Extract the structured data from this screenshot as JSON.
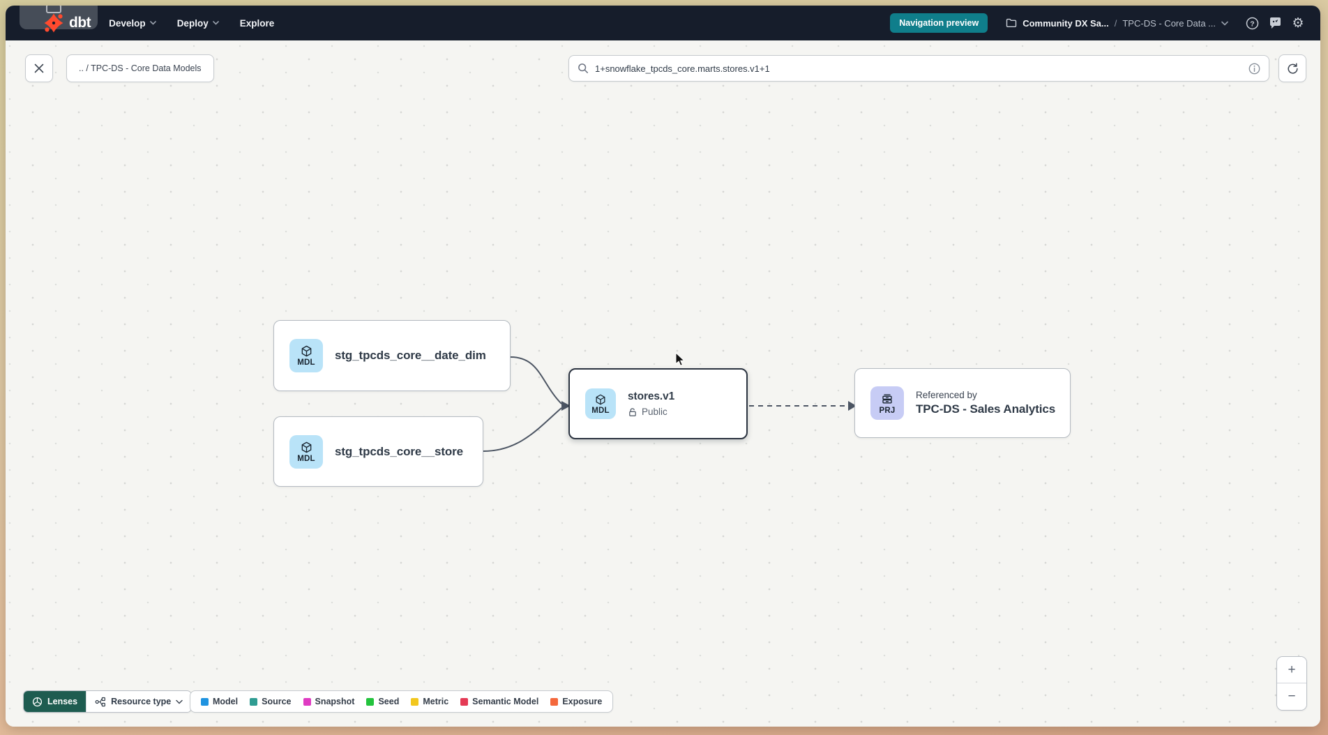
{
  "nav": {
    "logo_text": "dbt",
    "menu_items": [
      {
        "label": "Develop"
      },
      {
        "label": "Deploy"
      },
      {
        "label": "Explore"
      }
    ],
    "preview_badge_label": "Navigation preview",
    "account_label": "Community DX Sa...",
    "breadcrumb_separator": "/",
    "project_label": "TPC-DS - Core Data ...",
    "icon_names": [
      "folder-icon",
      "chevron-down-icon",
      "help-icon",
      "feedback-icon",
      "settings-icon"
    ]
  },
  "toolbar": {
    "breadcrumb_label": ".. / TPC-DS - Core Data Models",
    "search_value": "1+snowflake_tpcds_core.marts.stores.v1+1",
    "icon_names": [
      "close-icon",
      "search-icon",
      "info-icon",
      "refresh-icon"
    ]
  },
  "graph": {
    "nodes": {
      "date_dim": {
        "badge": "MDL",
        "title": "stg_tpcds_core__date_dim"
      },
      "store": {
        "badge": "MDL",
        "title": "stg_tpcds_core__store"
      },
      "stores_v1": {
        "badge": "MDL",
        "title": "stores.v1",
        "access_label": "Public"
      },
      "sales_analytics": {
        "badge": "PRJ",
        "kicker": "Referenced by",
        "title": "TPC-DS - Sales Analytics"
      }
    },
    "badge_colors": {
      "model": "#b9e3f8",
      "project": "#c7ccf5"
    }
  },
  "footer": {
    "lenses_label": "Lenses",
    "resource_type_label": "Resource type",
    "legend": [
      {
        "label": "Model",
        "color": "#1f93e0"
      },
      {
        "label": "Source",
        "color": "#2f9c92"
      },
      {
        "label": "Snapshot",
        "color": "#df3bc2"
      },
      {
        "label": "Seed",
        "color": "#23c33d"
      },
      {
        "label": "Metric",
        "color": "#f2c71e"
      },
      {
        "label": "Semantic Model",
        "color": "#e43a55"
      },
      {
        "label": "Exposure",
        "color": "#f4683c"
      }
    ]
  },
  "zoom_controls": {
    "zoom_in_label": "+",
    "zoom_out_label": "−"
  },
  "colors": {
    "nav_bg": "#161d2b",
    "preview_badge_bg": "#0f7e8b",
    "lenses_bg": "#1e5c50",
    "canvas_bg": "#f5f5f2",
    "accent_orange": "#ff4a2e",
    "selected_node_border": "#2b3340"
  }
}
